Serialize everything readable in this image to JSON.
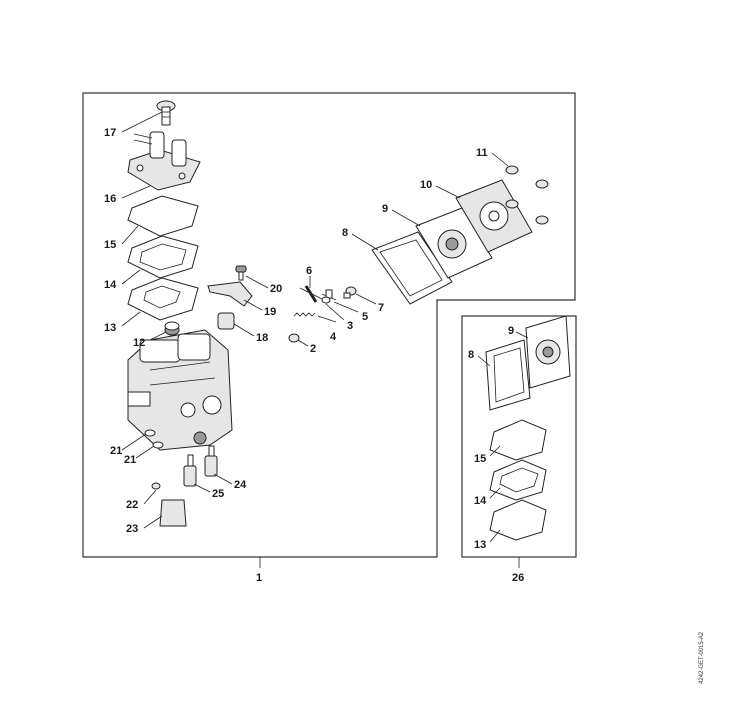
{
  "diagram": {
    "main_assembly_label": "1",
    "kit_label": "26",
    "document_code": "4242-GET-0015-A2",
    "callouts": {
      "p2": "2",
      "p3": "3",
      "p4": "4",
      "p5": "5",
      "p6": "6",
      "p7": "7",
      "p8": "8",
      "p9": "9",
      "p10": "10",
      "p11": "11",
      "p12": "12",
      "p13": "13",
      "p14": "14",
      "p15": "15",
      "p16": "16",
      "p17": "17",
      "p18": "18",
      "p19": "19",
      "p20": "20",
      "p21a": "21",
      "p21b": "21",
      "p22": "22",
      "p23": "23",
      "p24": "24",
      "p25": "25"
    },
    "kit_callouts": {
      "k8": "8",
      "k9": "9",
      "k13": "13",
      "k14": "14",
      "k15": "15"
    }
  }
}
